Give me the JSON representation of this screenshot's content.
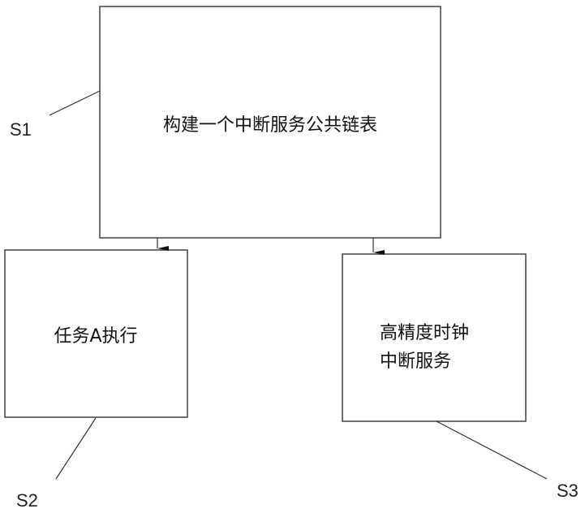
{
  "diagram": {
    "steps": [
      {
        "id": "S1",
        "label": "S1",
        "text_lines": [
          "构建一个中断服务公共链表"
        ]
      },
      {
        "id": "S2",
        "label": "S2",
        "text_lines": [
          "任务A执行"
        ]
      },
      {
        "id": "S3",
        "label": "S3",
        "text_lines": [
          "高精度时钟",
          "中断服务"
        ]
      }
    ],
    "edges": [
      {
        "from": "S1",
        "to": "S2"
      },
      {
        "from": "S1",
        "to": "S3"
      }
    ]
  }
}
